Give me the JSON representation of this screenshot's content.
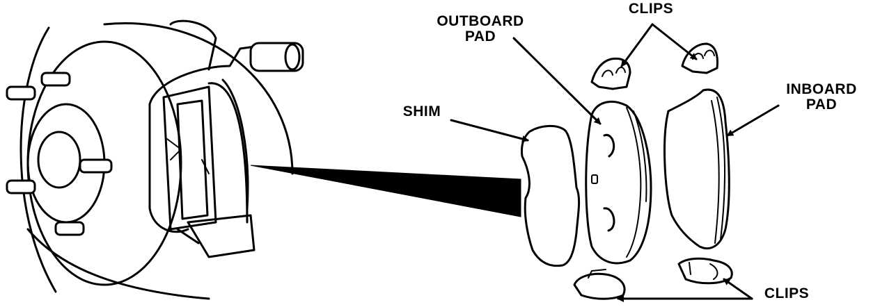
{
  "labels": {
    "clips_top": "CLIPS",
    "outboard_line1": "OUTBOARD",
    "outboard_line2": "PAD",
    "inboard_line1": "INBOARD",
    "inboard_line2": "PAD",
    "shim": "SHIM",
    "clips_bottom": "CLIPS"
  }
}
